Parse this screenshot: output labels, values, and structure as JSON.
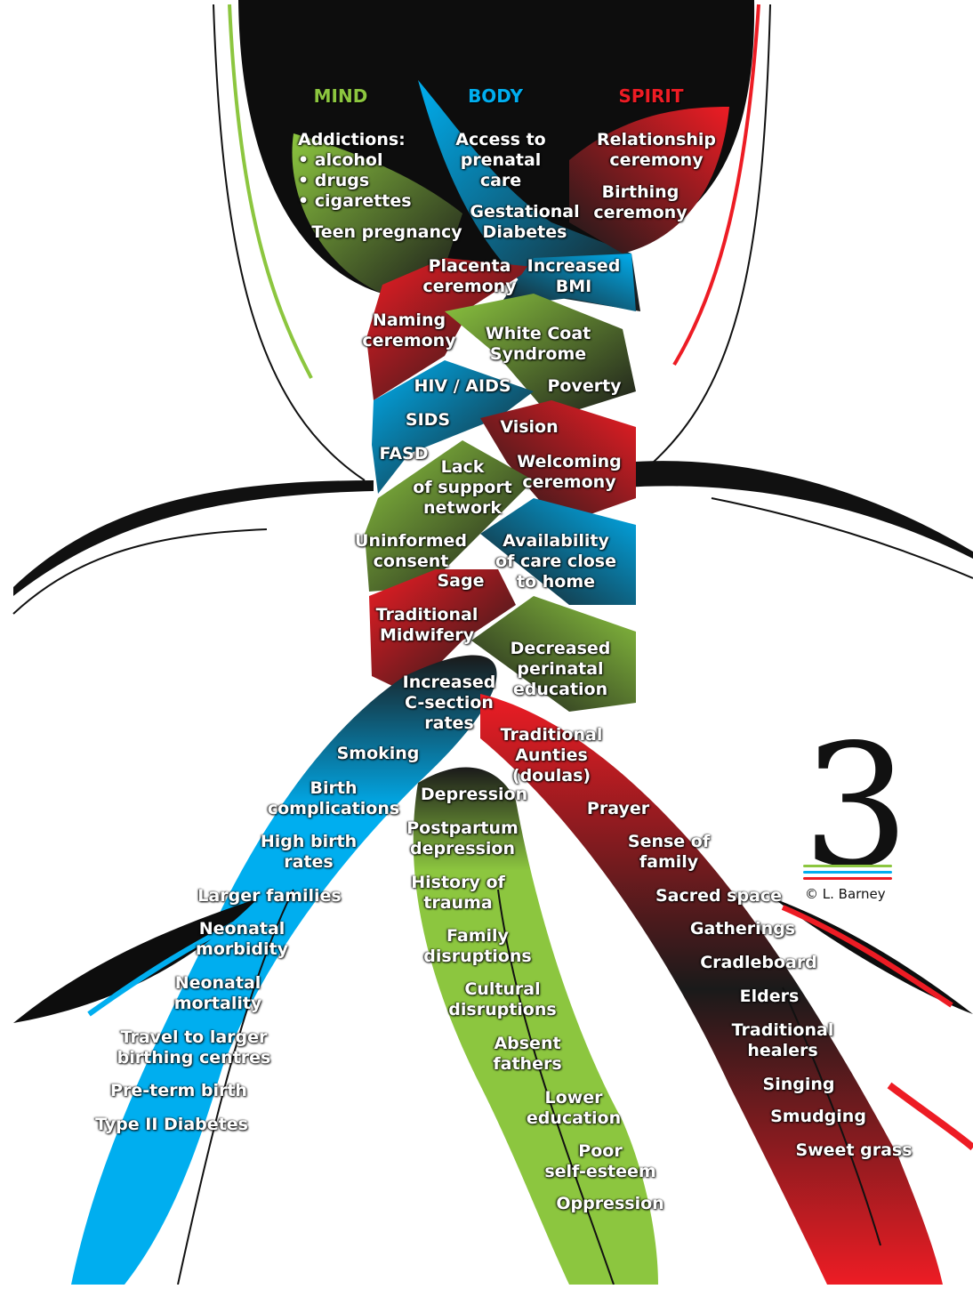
{
  "headers": {
    "mind": "MIND",
    "body": "BODY",
    "spirit": "SPIRIT"
  },
  "colors": {
    "mind": "#8cc63f",
    "body": "#00aeef",
    "spirit": "#ed1c24",
    "hair": "#111111"
  },
  "labels": {
    "addictions": "Addictions:\n• alcohol\n• drugs\n• cigarettes",
    "teen_pregnancy": "Teen pregnancy",
    "access_prenatal": "Access to\nprenatal\ncare",
    "gestational_diabetes": "Gestational\nDiabetes",
    "relationship_ceremony": "Relationship\nceremony",
    "birthing_ceremony": "Birthing\nceremony",
    "placenta_ceremony": "Placenta\nceremony",
    "increased_bmi": "Increased\nBMI",
    "naming_ceremony": "Naming\nceremony",
    "white_coat": "White Coat\nSyndrome",
    "hiv_aids": "HIV / AIDS",
    "poverty": "Poverty",
    "sids": "SIDS",
    "vision": "Vision",
    "fasd": "FASD",
    "lack_support": "Lack\nof support\nnetwork",
    "welcoming_ceremony": "Welcoming\nceremony",
    "uninformed_consent": "Uninformed\nconsent",
    "availability_care": "Availability\nof care close\nto home",
    "sage": "Sage",
    "traditional_midwifery": "Traditional\nMidwifery",
    "decreased_perinatal": "Decreased\nperinatal\neducation",
    "increased_csection": "Increased\nC-section\nrates",
    "traditional_aunties": "Traditional\nAunties\n(doulas)",
    "smoking": "Smoking",
    "birth_complications": "Birth\ncomplications",
    "depression": "Depression",
    "prayer": "Prayer",
    "high_birth_rates": "High birth\nrates",
    "postpartum_depression": "Postpartum\ndepression",
    "sense_of_family": "Sense of\nfamily",
    "larger_families": "Larger families",
    "history_trauma": "History of\ntrauma",
    "sacred_space": "Sacred space",
    "neonatal_morbidity": "Neonatal\nmorbidity",
    "family_disruptions": "Family\ndisruptions",
    "gatherings": "Gatherings",
    "cradleboard": "Cradleboard",
    "neonatal_mortality": "Neonatal\nmortality",
    "cultural_disruptions": "Cultural\ndisruptions",
    "elders": "Elders",
    "travel_birthing": "Travel to larger\nbirthing centres",
    "absent_fathers": "Absent\nfathers",
    "traditional_healers": "Traditional\nhealers",
    "preterm_birth": "Pre-term birth",
    "singing": "Singing",
    "lower_education": "Lower\neducation",
    "smudging": "Smudging",
    "type2_diabetes": "Type II Diabetes",
    "poor_self_esteem": "Poor\nself-esteem",
    "sweet_grass": "Sweet grass",
    "oppression": "Oppression"
  },
  "logo": {
    "number": "3",
    "credit": "© L. Barney"
  }
}
